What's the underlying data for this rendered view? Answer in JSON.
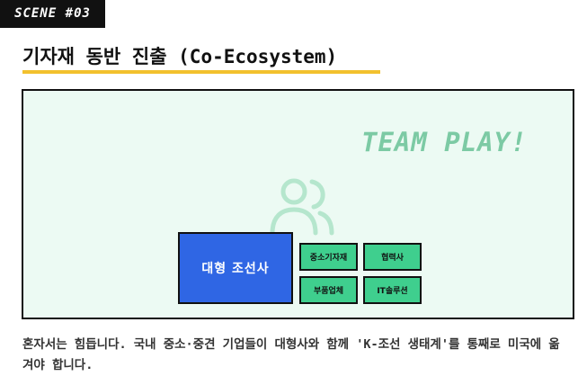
{
  "scene_tag": "SCENE #03",
  "headline": "기자재 동반 진출 (Co-Ecosystem)",
  "scene": {
    "banner": "TEAM PLAY!",
    "center_icon": "people-icon",
    "lead_company": "대형 조선사",
    "partners": [
      "중소기자재",
      "협력사",
      "부품업체",
      "IT솔루션"
    ]
  },
  "caption": "혼자서는 힘듭니다. 국내 중소·중견 기업들이 대형사와 함께 'K-조선 생태계'를 통째로 미국에 옮겨야 합니다.",
  "colors": {
    "tag_bg": "#111111",
    "underline": "#f2c12e",
    "scene_bg": "#ecfaf3",
    "banner": "#7ccaa4",
    "lead_company": "#2f66e4",
    "partner": "#3fcf8e"
  }
}
